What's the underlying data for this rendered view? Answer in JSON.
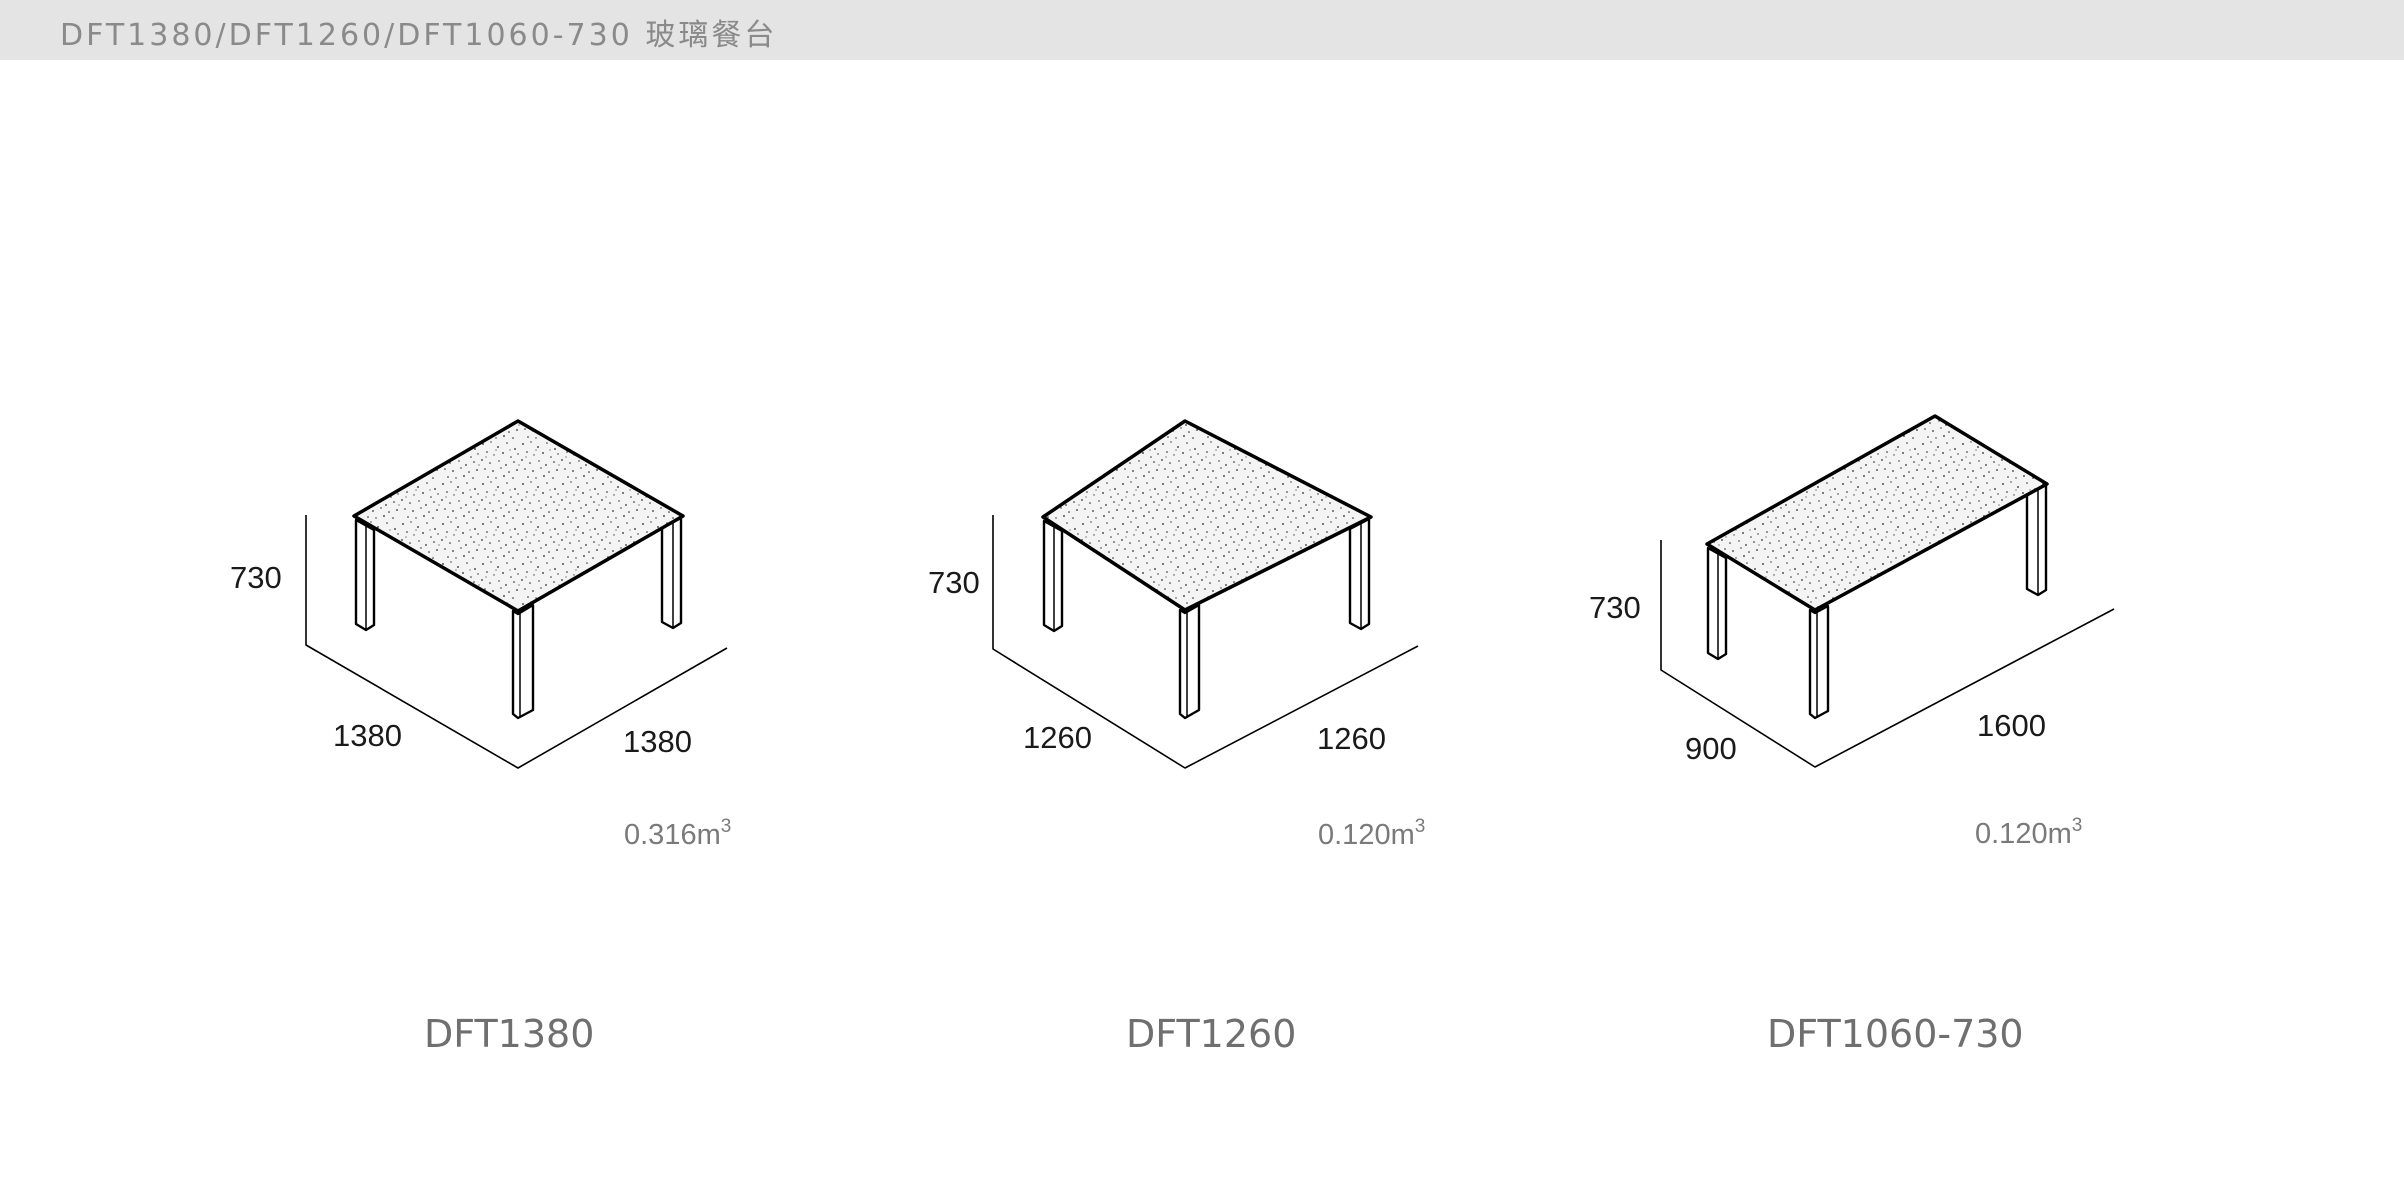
{
  "header": {
    "title": "DFT1380/DFT1260/DFT1060-730 玻璃餐台",
    "background": "#e4e4e4",
    "text_color": "#8a8a8a"
  },
  "products": [
    {
      "model": "DFT1380",
      "height": "730",
      "depth": "1380",
      "width": "1380",
      "volume": "0.316m",
      "volume_unit_sup": "3"
    },
    {
      "model": "DFT1260",
      "height": "730",
      "depth": "1260",
      "width": "1260",
      "volume": "0.120m",
      "volume_unit_sup": "3"
    },
    {
      "model": "DFT1060-730",
      "height": "730",
      "depth": "900",
      "width": "1600",
      "volume": "0.120m",
      "volume_unit_sup": "3"
    }
  ],
  "icons": {
    "tabletop_texture": "speckled-glass-pattern"
  }
}
